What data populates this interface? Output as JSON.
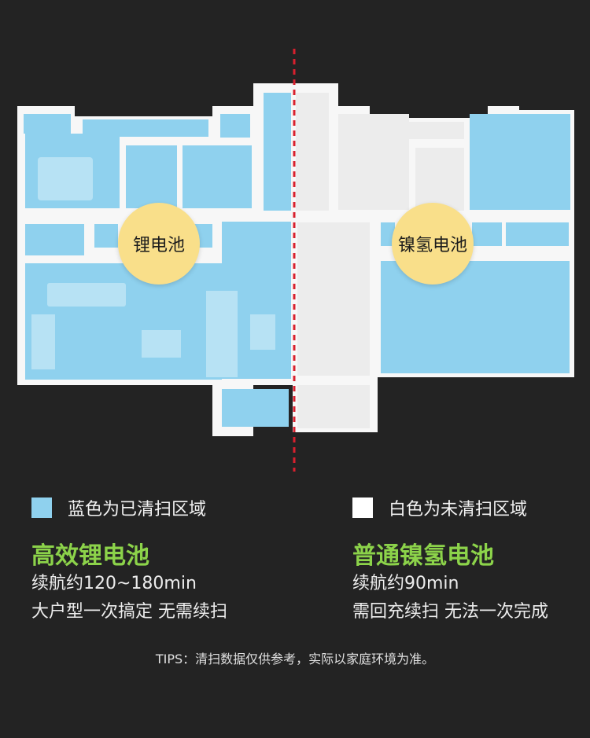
{
  "floorplan": {
    "left_badge": "锂电池",
    "right_badge": "镍氢电池",
    "colors": {
      "cleaned": "#8fd1ee",
      "uncleaned": "#ececec",
      "wall": "#f7f7f7",
      "divider": "#d8202e",
      "badge": "#f9df8a",
      "background": "#232323"
    }
  },
  "legend": {
    "cleaned": {
      "label": "蓝色为已清扫区域",
      "color": "#8fd1ee"
    },
    "uncleaned": {
      "label": "白色为未清扫区域",
      "color": "#ffffff"
    }
  },
  "comparison": {
    "left": {
      "title": "高效锂电池",
      "line1": "续航约120~180min",
      "line2": "大户型一次搞定 无需续扫"
    },
    "right": {
      "title": "普通镍氢电池",
      "line1": "续航约90min",
      "line2": "需回充续扫 无法一次完成"
    }
  },
  "tips": "TIPS：清扫数据仅供参考，实际以家庭环境为准。"
}
